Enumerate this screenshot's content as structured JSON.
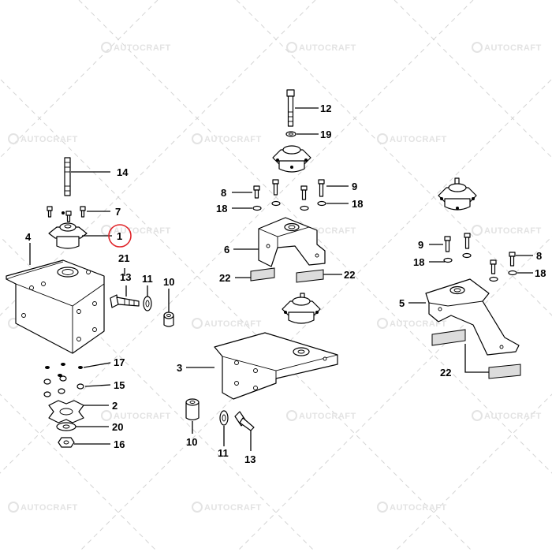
{
  "watermark": "AUTOCRAFT",
  "highlight_color": "#e0262b",
  "callouts": [
    {
      "id": "c12",
      "text": "12"
    },
    {
      "id": "c19",
      "text": "19"
    },
    {
      "id": "c14",
      "text": "14"
    },
    {
      "id": "c7",
      "text": "7"
    },
    {
      "id": "c1",
      "text": "1"
    },
    {
      "id": "c4",
      "text": "4"
    },
    {
      "id": "c21",
      "text": "21"
    },
    {
      "id": "c13a",
      "text": "13"
    },
    {
      "id": "c11a",
      "text": "11"
    },
    {
      "id": "c10a",
      "text": "10"
    },
    {
      "id": "c8a",
      "text": "8"
    },
    {
      "id": "c18a",
      "text": "18"
    },
    {
      "id": "c9a",
      "text": "9"
    },
    {
      "id": "c18b",
      "text": "18"
    },
    {
      "id": "c6",
      "text": "6"
    },
    {
      "id": "c22a",
      "text": "22"
    },
    {
      "id": "c22b",
      "text": "22"
    },
    {
      "id": "c3",
      "text": "3"
    },
    {
      "id": "c17",
      "text": "17"
    },
    {
      "id": "c15",
      "text": "15"
    },
    {
      "id": "c2",
      "text": "2"
    },
    {
      "id": "c20",
      "text": "20"
    },
    {
      "id": "c16",
      "text": "16"
    },
    {
      "id": "c10b",
      "text": "10"
    },
    {
      "id": "c11b",
      "text": "11"
    },
    {
      "id": "c13b",
      "text": "13"
    },
    {
      "id": "c9b",
      "text": "9"
    },
    {
      "id": "c18c",
      "text": "18"
    },
    {
      "id": "c8b",
      "text": "8"
    },
    {
      "id": "c18d",
      "text": "18"
    },
    {
      "id": "c5",
      "text": "5"
    },
    {
      "id": "c22c",
      "text": "22"
    }
  ]
}
